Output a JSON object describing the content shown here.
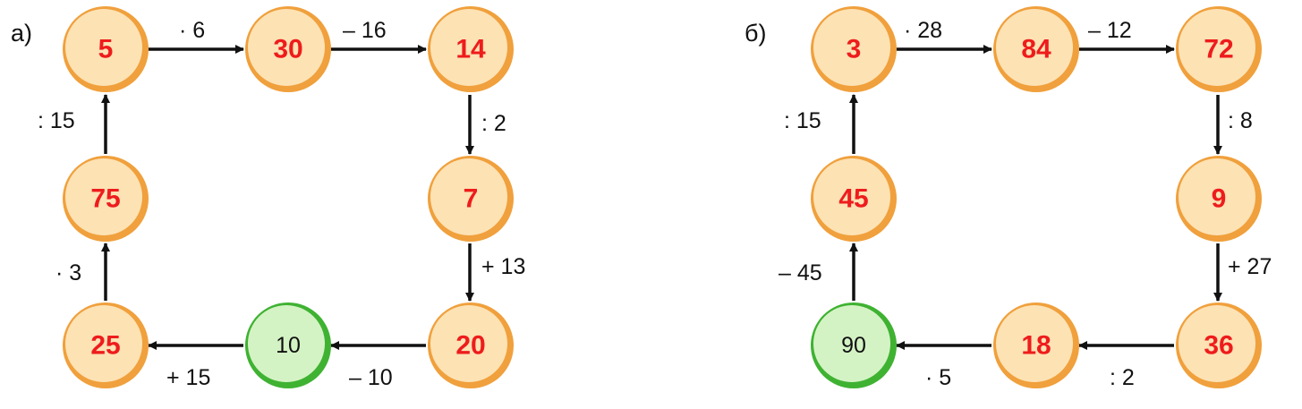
{
  "diagrams": [
    {
      "label": "а)",
      "nodes": [
        {
          "value": "5",
          "style": "answer"
        },
        {
          "value": "30",
          "style": "answer"
        },
        {
          "value": "14",
          "style": "answer"
        },
        {
          "value": "7",
          "style": "answer"
        },
        {
          "value": "20",
          "style": "answer"
        },
        {
          "value": "10",
          "style": "given"
        },
        {
          "value": "25",
          "style": "answer"
        },
        {
          "value": "75",
          "style": "answer"
        }
      ],
      "operations": [
        "· 6",
        "– 16",
        ": 2",
        "+ 13",
        "– 10",
        "+ 15",
        "· 3",
        ": 15"
      ]
    },
    {
      "label": "б)",
      "nodes": [
        {
          "value": "3",
          "style": "answer"
        },
        {
          "value": "84",
          "style": "answer"
        },
        {
          "value": "72",
          "style": "answer"
        },
        {
          "value": "9",
          "style": "answer"
        },
        {
          "value": "36",
          "style": "answer"
        },
        {
          "value": "18",
          "style": "answer"
        },
        {
          "value": "90",
          "style": "given"
        },
        {
          "value": "45",
          "style": "answer"
        }
      ],
      "operations": [
        "· 28",
        "– 12",
        ": 8",
        "+ 27",
        ": 2",
        "· 5",
        "– 45",
        ": 15"
      ]
    }
  ],
  "colors": {
    "answer_fill": "#fde2b4",
    "answer_border": "#f0a03c",
    "answer_text": "#ee1c1c",
    "given_fill": "#d4f3c4",
    "given_border": "#3fb232",
    "given_text": "#111111",
    "arrow": "#111111"
  }
}
